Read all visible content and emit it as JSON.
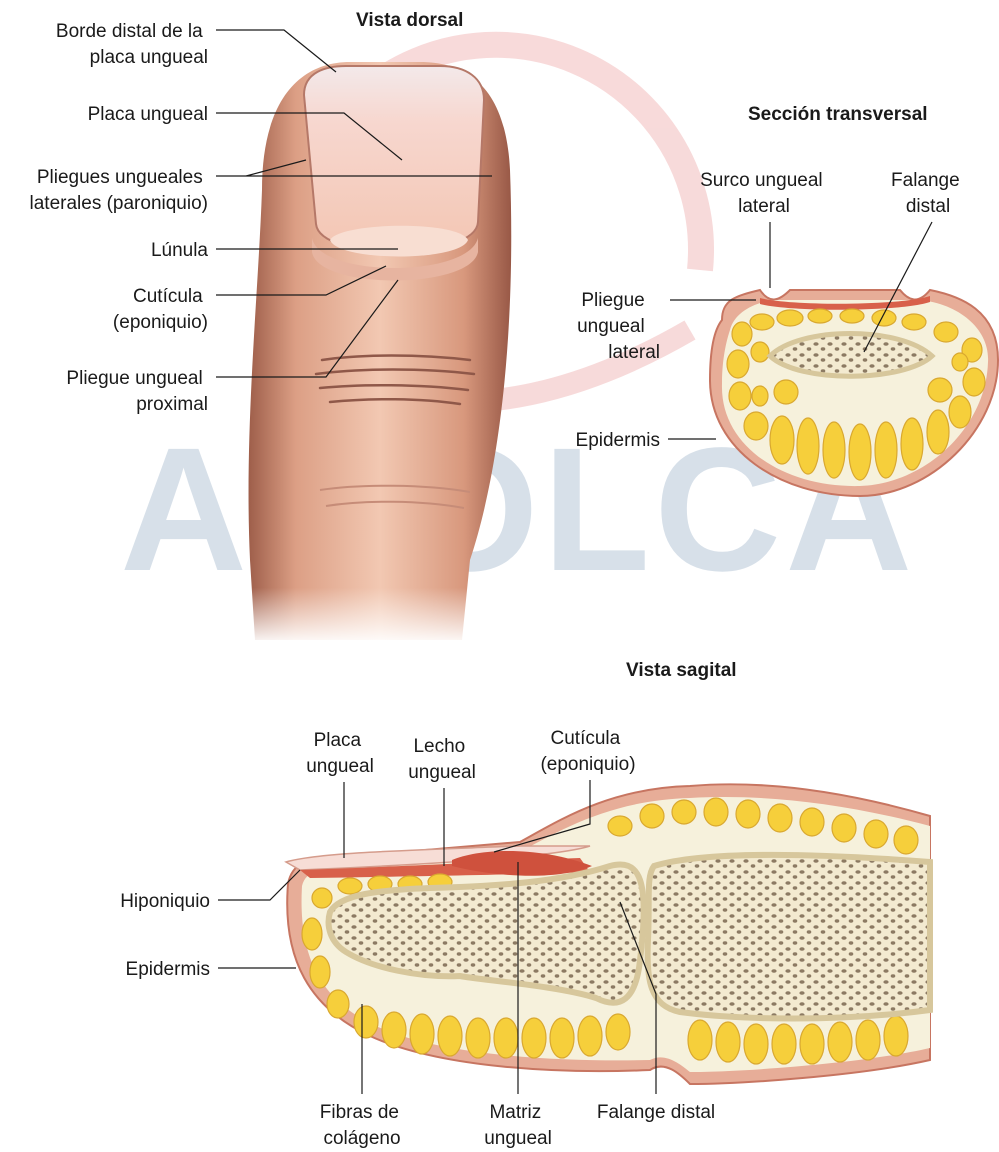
{
  "watermark": {
    "text": "AMOLCA",
    "letter_color": "#b8c8d8",
    "ring_color": "#f2bcbc"
  },
  "colors": {
    "skin_light": "#f6dccb",
    "skin_mid": "#e9b69a",
    "skin_dark": "#a86b56",
    "nail": "#f2e6e4",
    "dermis_red": "#d8604a",
    "bone_fill": "#f4ecd2",
    "fat_yellow": "#f6cf3b",
    "cortex": "#e8e0c0"
  },
  "titles": {
    "dorsal": "Vista dorsal",
    "transversal": "Sección transversal",
    "sagital": "Vista sagital"
  },
  "dorsal_labels": {
    "borde_distal": [
      "Borde distal de la",
      "placa ungueal"
    ],
    "placa": [
      "Placa ungueal"
    ],
    "pliegues_laterales": [
      "Pliegues ungueales",
      "laterales (paroniquio)"
    ],
    "lunula": [
      "Lúnula"
    ],
    "cuticula": [
      "Cutícula",
      "(eponiquio)"
    ],
    "pliegue_proximal": [
      "Pliegue ungueal",
      "proximal"
    ]
  },
  "transversal_labels": {
    "surco": [
      "Surco ungueal",
      "lateral"
    ],
    "falange": [
      "Falange",
      "distal"
    ],
    "pliegue_lateral": [
      "Pliegue",
      "ungueal",
      "lateral"
    ],
    "epidermis": [
      "Epidermis"
    ]
  },
  "sagital_labels": {
    "placa": [
      "Placa",
      "ungueal"
    ],
    "lecho": [
      "Lecho",
      "ungueal"
    ],
    "cuticula": [
      "Cutícula",
      "(eponiquio)"
    ],
    "hiponiquio": [
      "Hiponiquio"
    ],
    "epidermis": [
      "Epidermis"
    ],
    "fibras": [
      "Fibras de",
      "colágeno"
    ],
    "matriz": [
      "Matriz",
      "ungueal"
    ],
    "falange": [
      "Falange distal"
    ]
  }
}
